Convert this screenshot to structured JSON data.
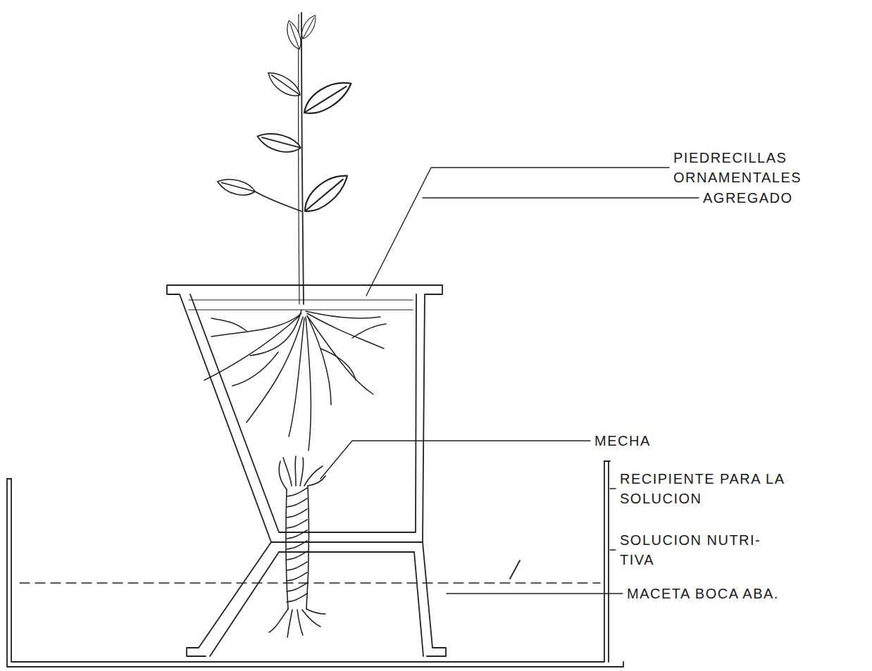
{
  "diagram": {
    "labels": [
      "PIEDRECILLAS ORNAMENTALES",
      "AGREGADO",
      "MECHA",
      "RECIPIENTE PARA LA SOLUCION",
      "SOLUCION NUTRI- TIVA",
      "MACETA BOCA ABA."
    ]
  }
}
